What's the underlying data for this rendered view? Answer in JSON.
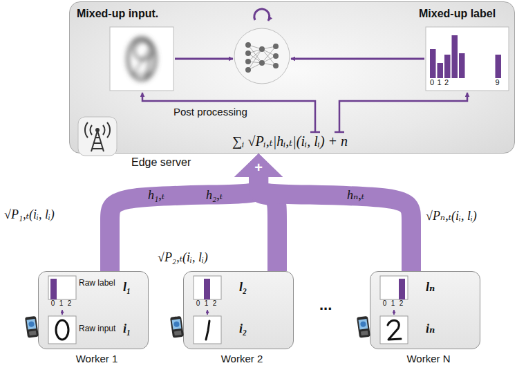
{
  "diagram": {
    "nodes": [
      {
        "text": [
          "Mixed-up input.",
          "Mixed-up label",
          "Post processing",
          "∑ᵢ √Pᵢ,ₜ|hᵢ,ₜ|(iᵢ, lᵢ) + n"
        ]
      },
      {
        "text": [
          "Raw label",
          "Raw input",
          "l₁",
          "i₁",
          "Worker 1"
        ]
      },
      {
        "text": [
          "l₂",
          "i₂",
          "Worker 2"
        ]
      },
      {
        "text": [
          "lₙ",
          "iₙ",
          "Worker N"
        ]
      }
    ],
    "edges": [
      {
        "from": 1,
        "to": 0,
        "arrow": "to"
      },
      {
        "from": 2,
        "to": 0,
        "arrow": "to"
      },
      {
        "from": 3,
        "to": 0,
        "arrow": "to"
      }
    ],
    "labels": [
      "0",
      "1",
      "2",
      "9",
      "Edge server",
      "+",
      "h₁,ₜ",
      "h₂,ₜ",
      "hₙ,ₜ",
      "√P₁,ₜ(iᵢ, lᵢ)",
      "√P₂,ₜ(iᵢ, lᵢ)",
      "√Pₙ,ₜ(iᵢ, lᵢ)",
      "0",
      "1",
      "2",
      "0",
      "1",
      "2",
      "0",
      "1",
      "2",
      "..."
    ]
  }
}
